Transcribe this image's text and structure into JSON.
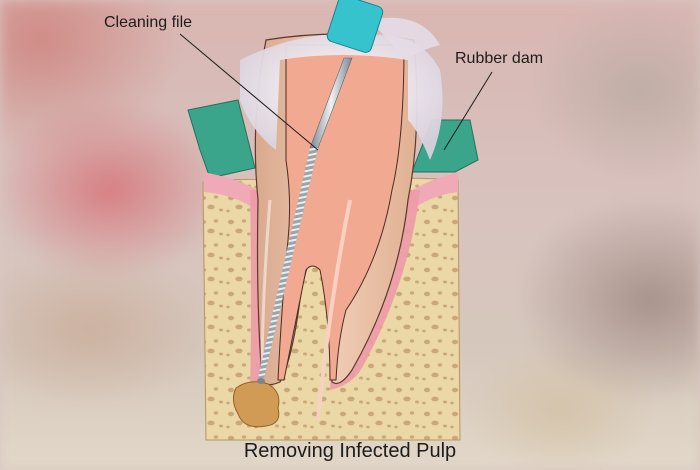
{
  "labels": {
    "cleaning_file": "Cleaning file",
    "rubber_dam": "Rubber dam"
  },
  "caption": "Removing Infected Pulp",
  "colors": {
    "gum": "#3aa58a",
    "bone": "#ecd7a7",
    "tooth": "#e9c2a9",
    "pulp": "#f2a992",
    "dam": "#eee8f0",
    "file_handle": "#36c3cd",
    "infection": "#d29b55"
  }
}
